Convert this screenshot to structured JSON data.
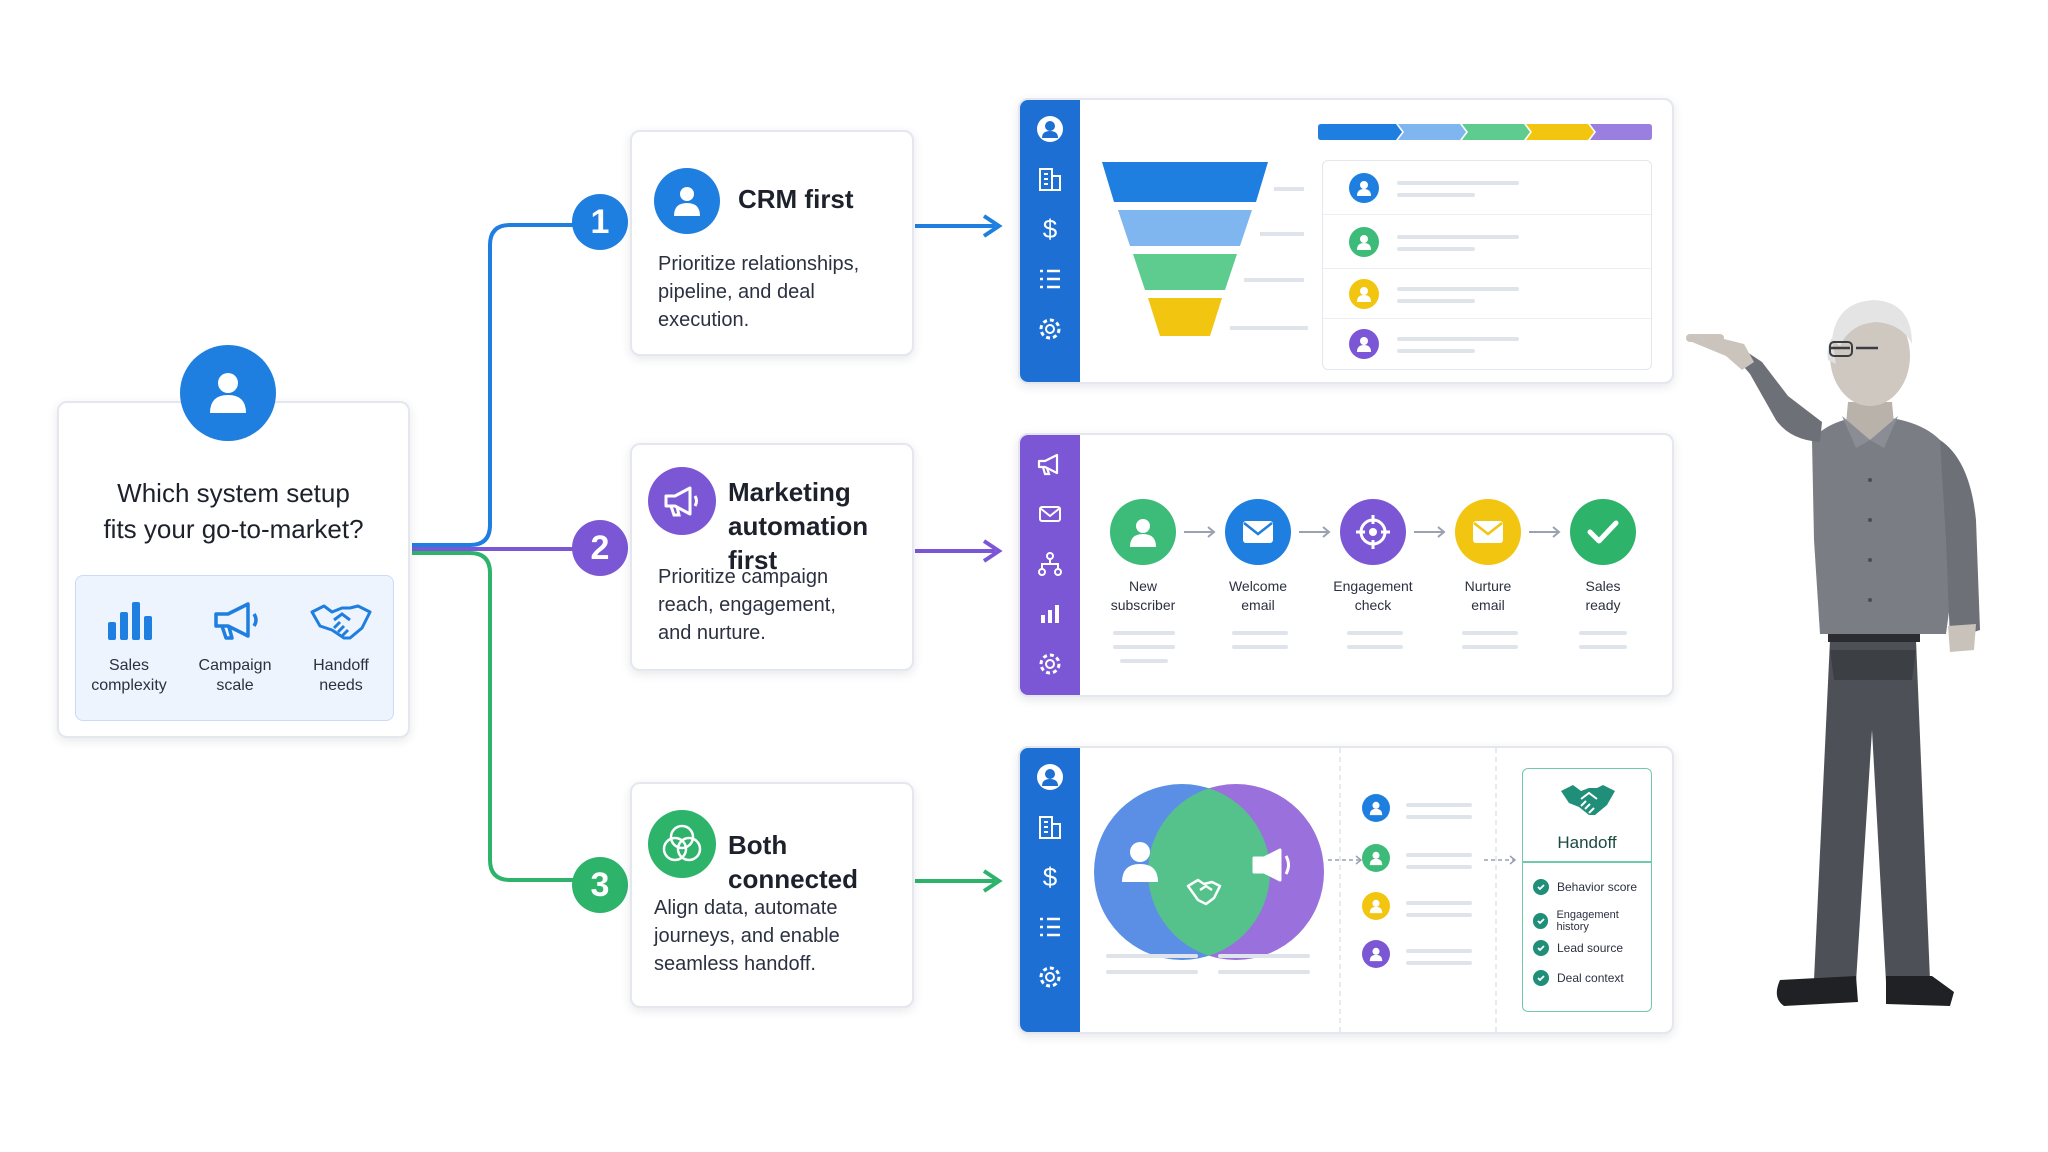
{
  "question": {
    "line1": "Which system setup",
    "line2": "fits your go-to-market?",
    "factors": [
      {
        "label1": "Sales",
        "label2": "complexity",
        "icon": "bar-chart-icon"
      },
      {
        "label1": "Campaign",
        "label2": "scale",
        "icon": "megaphone-icon"
      },
      {
        "label1": "Handoff",
        "label2": "needs",
        "icon": "handshake-icon"
      }
    ]
  },
  "options": [
    {
      "number": "1",
      "title": "CRM first",
      "title2": "",
      "desc1": "Prioritize relationships,",
      "desc2": "pipeline, and deal",
      "desc3": "execution.",
      "color": "#1e7fe0",
      "icon": "user-icon"
    },
    {
      "number": "2",
      "title": "Marketing",
      "title2": "automation first",
      "desc1": "Prioritize campaign",
      "desc2": "reach, engagement,",
      "desc3": "and nurture.",
      "color": "#7b57d6",
      "icon": "megaphone-icon"
    },
    {
      "number": "3",
      "title": "Both connected",
      "title2": "",
      "desc1": "Align data, automate",
      "desc2": "journeys, and enable",
      "desc3": "seamless handoff.",
      "color": "#2eb36b",
      "icon": "overlapping-circles-icon"
    }
  ],
  "automation_steps": [
    {
      "label1": "New",
      "label2": "subscriber",
      "color": "#3dbb78",
      "icon": "user-icon"
    },
    {
      "label1": "Welcome",
      "label2": "email",
      "color": "#1e7fe0",
      "icon": "mail-icon"
    },
    {
      "label1": "Engagement",
      "label2": "check",
      "color": "#7b57d6",
      "icon": "target-icon"
    },
    {
      "label1": "Nurture",
      "label2": "email",
      "color": "#f2c511",
      "icon": "mail-icon"
    },
    {
      "label1": "Sales",
      "label2": "ready",
      "color": "#2eb36b",
      "icon": "check-icon"
    }
  ],
  "handoff": {
    "title": "Handoff",
    "items": [
      "Behavior score",
      "Engagement history",
      "Lead source",
      "Deal context"
    ]
  },
  "colors": {
    "blue": "#1e7fe0",
    "purple": "#7b57d6",
    "green": "#2eb36b",
    "yellow": "#f2c511",
    "lightblue": "#7fb6f0"
  }
}
